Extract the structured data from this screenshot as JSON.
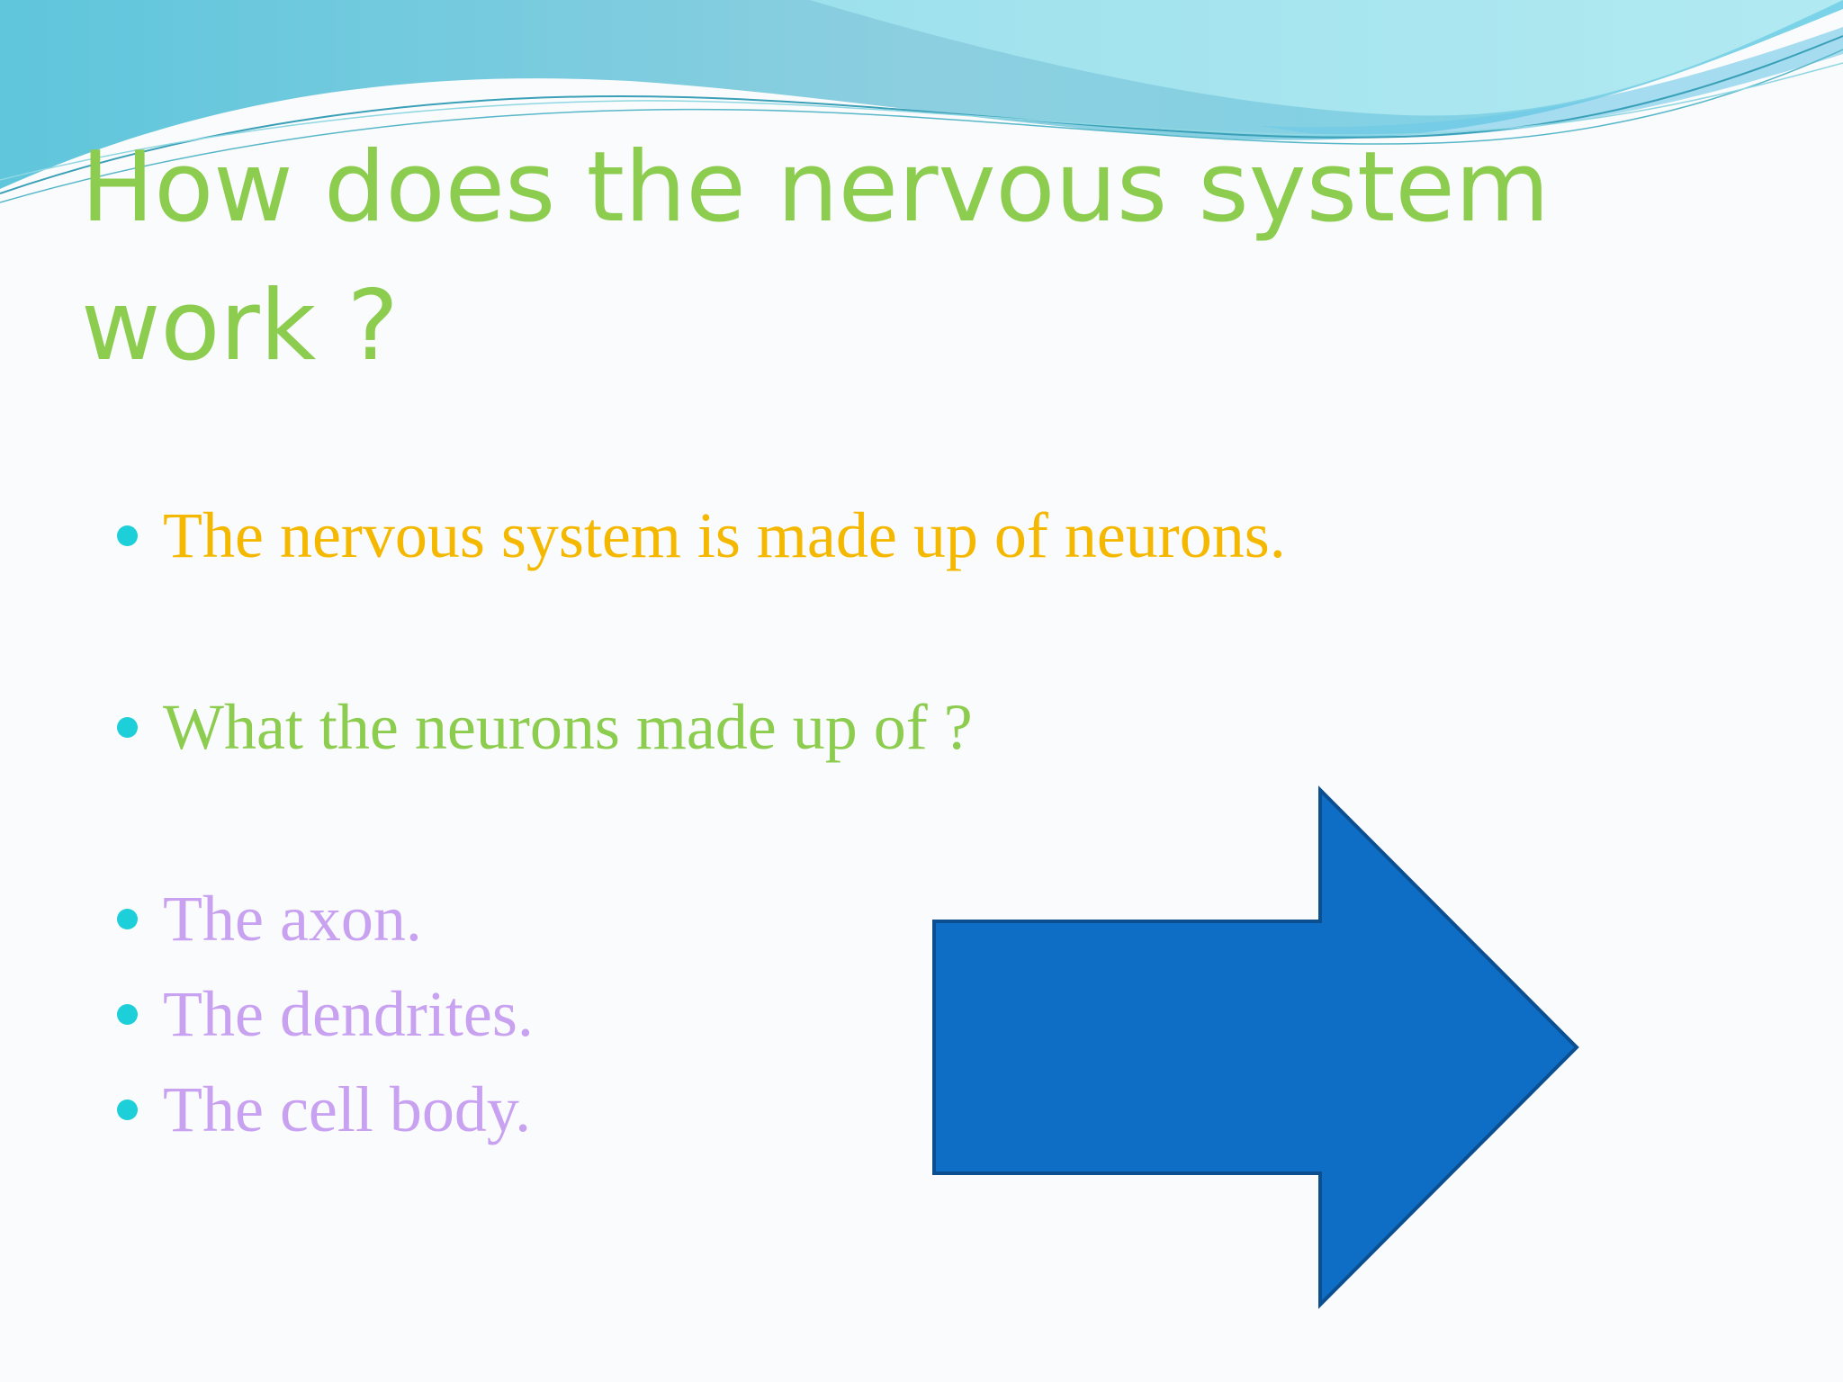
{
  "slide": {
    "title": "How does the nervous system work ?",
    "bullets": [
      {
        "text": "The nervous system is made up of neurons.",
        "color": "#f5b800"
      },
      {
        "text": "What the neurons made up of ?",
        "color": "#8ccc4f"
      },
      {
        "text": "The axon.",
        "color": "#c8a2f0"
      },
      {
        "text": "The dendrites.",
        "color": "#c8a2f0"
      },
      {
        "text": "The cell body.",
        "color": "#c8a2f0"
      }
    ],
    "bullet_marker_color": "#1ccfd8",
    "arrow": {
      "icon": "right-arrow-icon",
      "fill": "#0e6dc4",
      "stroke": "#0b4f91"
    },
    "title_color": "#8ccc4f"
  }
}
